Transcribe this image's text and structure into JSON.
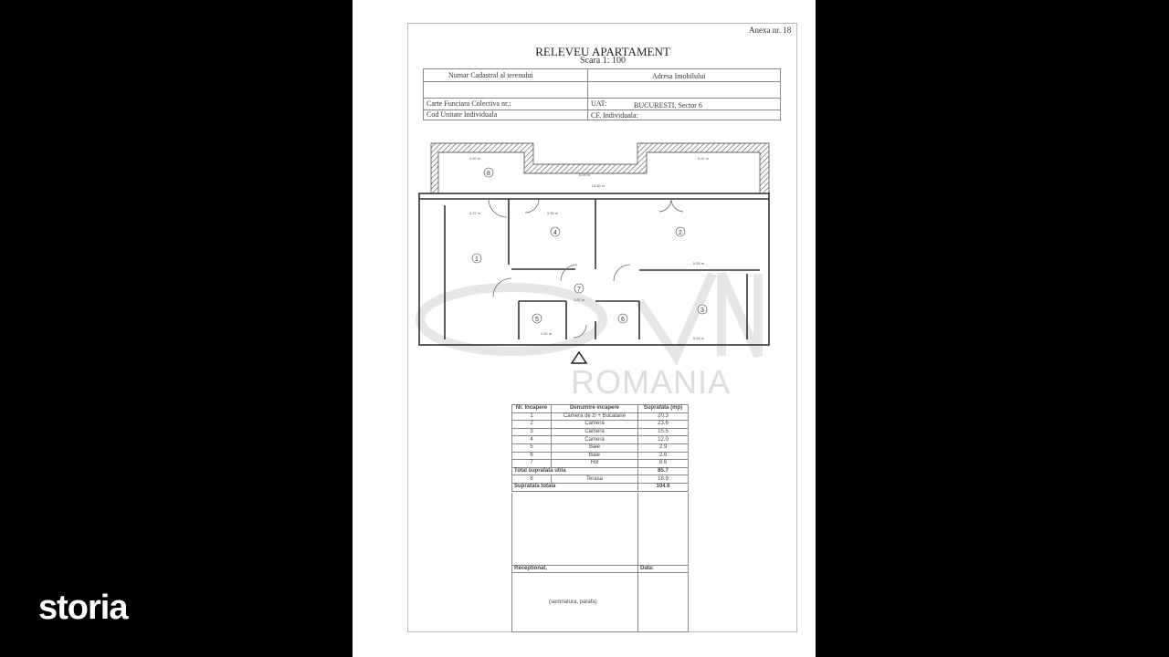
{
  "header": {
    "annex": "Anexa nr. 18",
    "title": "RELEVEU APARTAMENT",
    "scale": "Scara 1: 100"
  },
  "info": {
    "cadastral_label": "Numar Cadastral al terenului",
    "address_label": "Adresa Imobilului",
    "cf_collective_label": "Carte Funciara Colectiva nr.:",
    "uat_label": "UAT:",
    "uat_value": "BUCURESTI, Sector 6",
    "unit_code_label": "Cod Unitate Individuala",
    "cf_individual_label": "CF. Individuala:"
  },
  "plan": {
    "room_numbers": [
      "1",
      "2",
      "3",
      "4",
      "5",
      "6",
      "7",
      "8"
    ],
    "dimensions": [
      "3.00 m",
      "5.22 m",
      "5.09 m",
      "14.50 m",
      "3.37 m",
      "3.98 m",
      "5.55 m",
      "5.24 m",
      "1.97 m",
      "1.52 m"
    ]
  },
  "rooms_table": {
    "headers": [
      "Nr. Incapere",
      "Denumire incapere",
      "Suprafata (mp)"
    ],
    "rows": [
      {
        "nr": "1",
        "name": "Camera de zi + Bucatarie",
        "area": "20.3"
      },
      {
        "nr": "2",
        "name": "Camera",
        "area": "23.6"
      },
      {
        "nr": "3",
        "name": "Camera",
        "area": "15.5"
      },
      {
        "nr": "4",
        "name": "Camera",
        "area": "12.0"
      },
      {
        "nr": "5",
        "name": "Baie",
        "area": "2.9"
      },
      {
        "nr": "6",
        "name": "Baie",
        "area": "2.6"
      },
      {
        "nr": "7",
        "name": "Hol",
        "area": "8.6"
      }
    ],
    "useful_total_label": "Total suprafata utila",
    "useful_total": "85.7",
    "terrace": {
      "nr": "8",
      "name": "Terasa",
      "area": "18.9"
    },
    "total_label": "Suprafata totala",
    "total": "104.6"
  },
  "footer": {
    "received_label": "Receptionat,",
    "date_label": "Data:",
    "signature_label": "(semnatura, parafa)"
  },
  "watermark": {
    "text": "ROMANIA",
    "logo": "SVN"
  },
  "brand": {
    "logo": "storia"
  }
}
